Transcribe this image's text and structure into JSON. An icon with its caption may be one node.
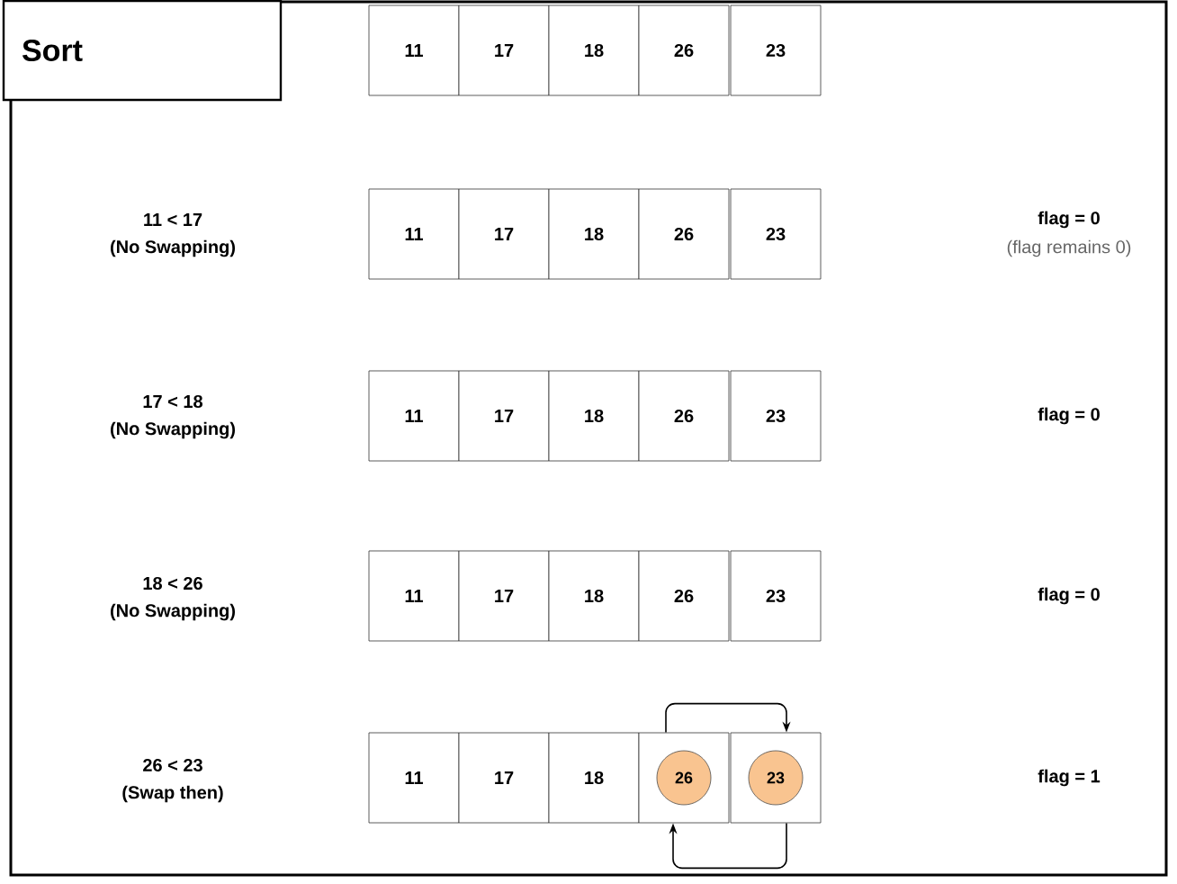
{
  "diagram": {
    "nodes": [
      {
        "text": [
          "Sort"
        ]
      },
      {
        "text": [
          "11"
        ]
      },
      {
        "text": [
          "17"
        ]
      },
      {
        "text": [
          "18"
        ]
      },
      {
        "text": [
          "26"
        ]
      },
      {
        "text": [
          "23"
        ]
      },
      {
        "text": [
          "11"
        ]
      },
      {
        "text": [
          "17"
        ]
      },
      {
        "text": [
          "18"
        ]
      },
      {
        "text": [
          "26"
        ]
      },
      {
        "text": [
          "23"
        ]
      },
      {
        "text": [
          "11"
        ]
      },
      {
        "text": [
          "17"
        ]
      },
      {
        "text": [
          "18"
        ]
      },
      {
        "text": [
          "26"
        ]
      },
      {
        "text": [
          "23"
        ]
      },
      {
        "text": [
          "11"
        ]
      },
      {
        "text": [
          "17"
        ]
      },
      {
        "text": [
          "18"
        ]
      },
      {
        "text": [
          "26"
        ]
      },
      {
        "text": [
          "23"
        ]
      },
      {
        "text": [
          "11"
        ]
      },
      {
        "text": [
          "17"
        ]
      },
      {
        "text": [
          "18"
        ]
      },
      {
        "text": [],
        "shape": "box"
      },
      {
        "text": [
          "26"
        ],
        "in": 24
      },
      {
        "text": [],
        "shape": "box"
      },
      {
        "text": [
          "23"
        ],
        "in": 26
      }
    ],
    "edges": [
      {
        "from": 24,
        "to": 26,
        "arrow": "to"
      },
      {
        "from": 26,
        "to": 24,
        "arrow": "to"
      }
    ],
    "labels": [
      "11 < 17",
      "(No Swapping)",
      "flag = 0",
      "(flag remains 0)",
      "17 < 18",
      "(No Swapping)",
      "flag = 0",
      "18 < 26",
      "(No Swapping)",
      "flag = 0",
      "26 < 23",
      "(Swap then)",
      "flag = 1"
    ]
  }
}
